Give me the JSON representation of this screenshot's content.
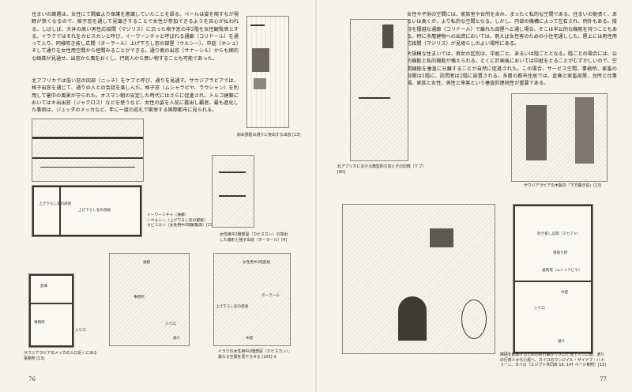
{
  "left_page": {
    "paragraph_1": "住まいの厳選は、女性にて闘雇より保護を意識していたことを語る。ベールは姿を隠すなが視野が狭くなるので、格子窓を通して見識きすることで女性が参加できるようを呂心が払われる。しばしば、大井の高い男性応接間（マジリス）に沿った格子窓の中2階を女性観覧席とする。イラクではそれをカビスカンと呼び、イーワーンチャと呼ばれる通廊（コリドール）を通って入り、同様吹き抜し広間（ターラール）上げ下ろし窓の部屋（ウルシー）、中庭（ホシュ）そして通りを女性用空間から垣間みることができる。通り側の出窓（サナーシル）からも網的な鋳鉄が見通せ、出窓から風をおくし、行商人から買い物することも可能であった。",
    "paragraph_2": "北アフリカでは低い窓の凹部（ニッチ）をケブと呼び、通りを見通す。サウジアラビアでは、格子出窓を通じて、通りの人との会話を楽しんだ。格子窓（ムシャラビヤ、ラウシャン）を利用して暑中の風景が守られた。オスマン朝の安定した時代にはさらに促進され、トルコ建築においてはキ出出窓（ジャクロス）などを使うなど、女性の姿を人前に露出し覇者、最も進化した事例は、ジュッダのメッカなど、年に一度の巡礼で繁栄する国際都市に見られる。",
    "legend_title": "イーワーンチャ（通廊）",
    "legend_1": "—ウルシー（上げ下ろし窓の部屋）",
    "legend_2": "カビスカン（女性用中2階観覧席）[13]",
    "plan_label_1": "上げ下ろし窓の部屋",
    "plan_label_2": "上げ下ろし窓の部屋",
    "caption_sketch": "斜め部屋の通りに突出する出窓 [13]",
    "caption_balcony": "女性用中2階部屋（カビスカン）の突出した扇形と格子出窓（ターラール）[4]",
    "caption_plan": "サウジアラビアのメッカの入口近くにある事務所 [13]",
    "caption_iso": "イラクの女性用中2階部屋（カビスカン）、異なる空間を見下ろせる [103] ※",
    "iso_label_1": "通廊",
    "iso_label_2": "事務所",
    "iso_label_3": "入り口",
    "iso_label_4": "通り",
    "iso_label_5": "女性用中2階部屋",
    "iso_label_6": "ターラール",
    "iso_label_7": "上げ下ろし窓の部屋",
    "iso_label_8": "中庭",
    "plan2_label_1": "倉庫",
    "plan2_label_2": "事務所",
    "plan2_label_3": "入り口",
    "folio": "76"
  },
  "right_page": {
    "paragraph_1": "女性や子供の空間には、家族室や台所を含み、まったく私的な空間である。住まいの拠張く、あるいは高くが、より私的な空間となる。しかし、内部の機構によって左右され、例外もある。接待を優越な通廊（コリドール）で離れた部屋へと通し場合、そこは半公的な機能を持つこともある。特に多層建物への出資においては、例えば女性客のための小住宅通しした、屋上には男性用応接間（マジリス）が見境らしのよい場所にある。",
    "paragraph_2": "大規模な住まいでは、男女の区別は、中庭ごと、あるいは階ごととなる。階ごとの場合には、公的機能と私的機能が備えられる。とくに計画後においては中庭をとることがむずかしいので、空間機能を垂直に分離することが自然に促進された。この場合、サービス空間、事務所、家畜の部屋は1階に、訪問者は2階に設置される。多層の都市住居では、倉庫と家畜部屋、台所と仕事場、家族と女性、男性と来客という垂直的連続性が重要である。",
    "caption_northafrica": "北アフリカにおける典型的な窓とその凹部（ケブ）[80]",
    "caption_saudi": "サウジアラビアの木製の「下方猫き窓」[13]",
    "caption_street": "擦硬を削除するための折れ曲がりスロと地下入り口部。通りの行商人から小屋へ。カイロのマンジイル・ザイナブ・ハトゥーン、カイロ（エジプト共同体 16, 147 ページ参照）[13]",
    "plan_label_1": "吹き抜し広間（マカアド）",
    "plan_label_2": "受取り所",
    "plan_label_3": "通風塔（ムシャラビヤ）",
    "plan_label_4": "入り口",
    "plan_label_5": "中庭",
    "plan_label_6": "通り",
    "folio": "77"
  }
}
